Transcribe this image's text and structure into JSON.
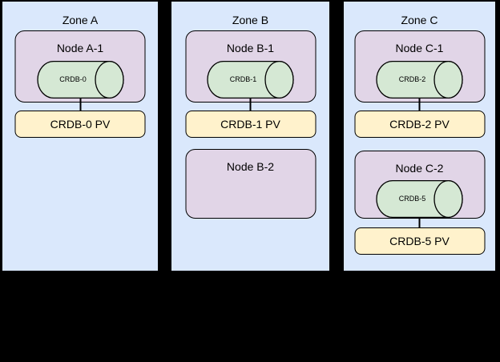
{
  "diagram": {
    "zones": [
      {
        "title": "Zone A",
        "groups": [
          {
            "node_title": "Node A-1",
            "pod_label": "CRDB-0",
            "pv_label": "CRDB-0 PV"
          }
        ]
      },
      {
        "title": "Zone B",
        "groups": [
          {
            "node_title": "Node B-1",
            "pod_label": "CRDB-1",
            "pv_label": "CRDB-1 PV"
          },
          {
            "node_title": "Node B-2"
          }
        ]
      },
      {
        "title": "Zone C",
        "groups": [
          {
            "node_title": "Node C-1",
            "pod_label": "CRDB-2",
            "pv_label": "CRDB-2 PV"
          },
          {
            "node_title": "Node C-2",
            "pod_label": "CRDB-5",
            "pv_label": "CRDB-5 PV"
          }
        ]
      }
    ],
    "colors": {
      "zone_fill": "#dae8fc",
      "node_fill": "#e1d5e7",
      "pod_fill": "#d5e8d4",
      "pv_fill": "#fff2cc",
      "stroke": "#000000",
      "background": "#000000"
    }
  }
}
